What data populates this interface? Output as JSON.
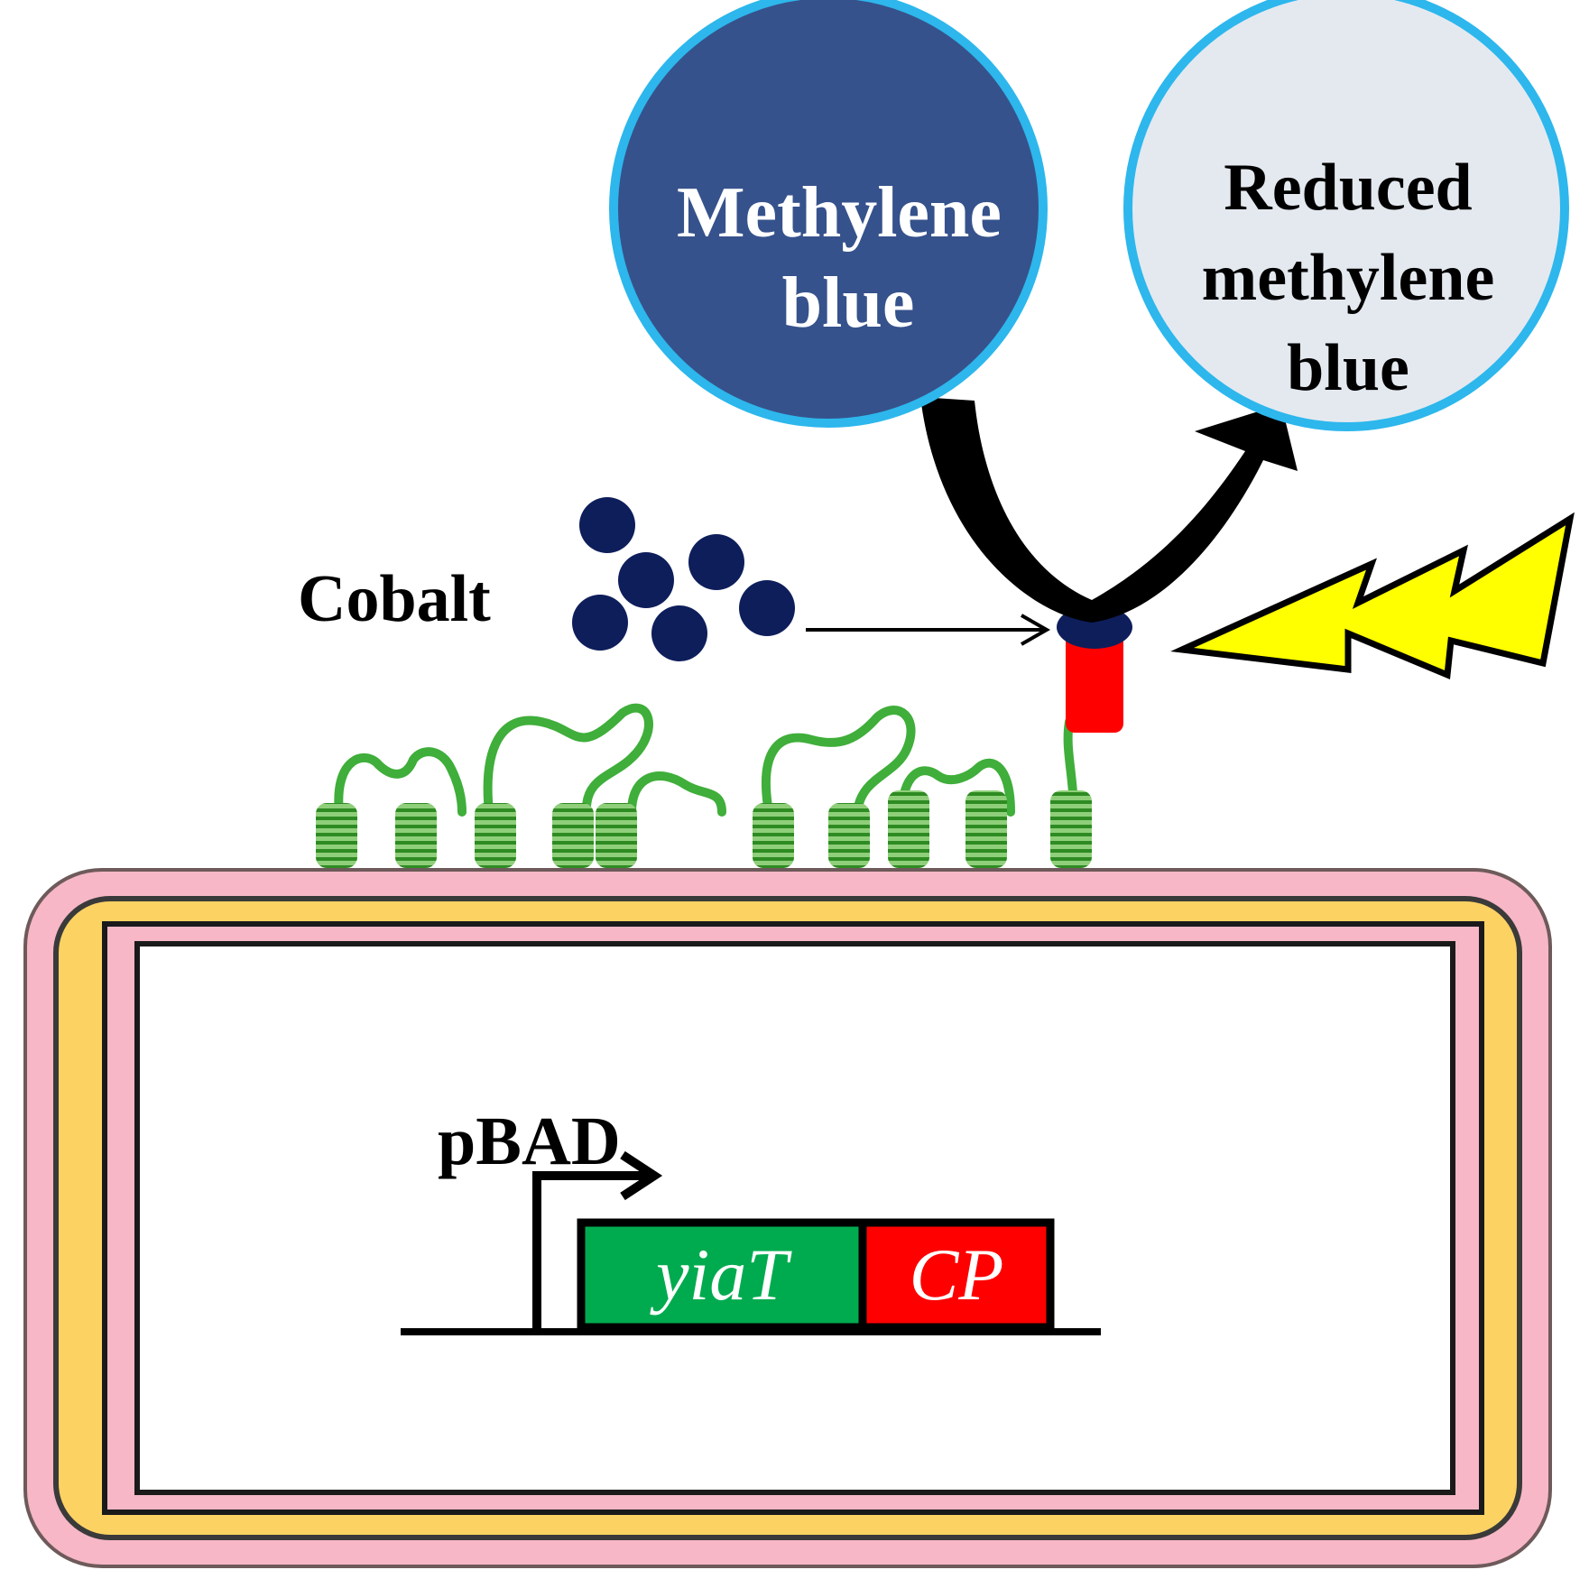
{
  "molecules": {
    "oxidized": {
      "line1": "Methylene",
      "line2": "blue"
    },
    "reduced": {
      "line1": "Reduced",
      "line2": "methylene",
      "line3": "blue"
    }
  },
  "ion": {
    "label": "Cobalt"
  },
  "genetics": {
    "promoter": "pBAD",
    "gene1": "yiaT",
    "gene2": "CP"
  },
  "colors": {
    "methylene_blue": "#36528C",
    "reduced_blue": "#E4E9F0",
    "circle_border": "#2DB7EC",
    "cobalt": "#0E1E5B",
    "outer_membrane": "#F7B7C6",
    "periplasm": "#FCD263",
    "gene_green": "#00AB4F",
    "gene_red": "#FF0000",
    "linker_red": "#FF0000",
    "display_protein": "#3FAE3A",
    "light_bolt": "#FFFF00"
  },
  "icons": [
    "curved-arrow-icon",
    "lightning-icon",
    "transcription-arrow-icon"
  ]
}
